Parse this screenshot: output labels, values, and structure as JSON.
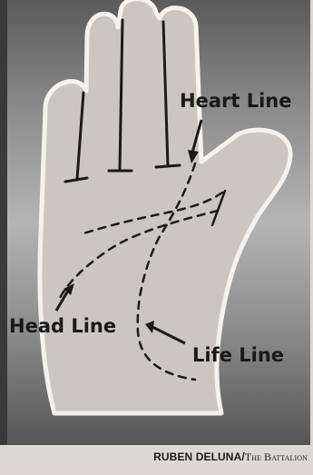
{
  "labels": {
    "heart_line": "Heart Line",
    "head_line": "Head Line",
    "life_line": "Life Line"
  },
  "credit": {
    "author": "RUBEN DELUNA",
    "separator": "/",
    "source": "The Battalion"
  },
  "colors": {
    "background_dark": "#5f5f5f",
    "background_light": "#a8a8a8",
    "hand_fill": "#c9c6c3",
    "ink": "#1a1a1a",
    "paper": "#dcd8d3"
  }
}
